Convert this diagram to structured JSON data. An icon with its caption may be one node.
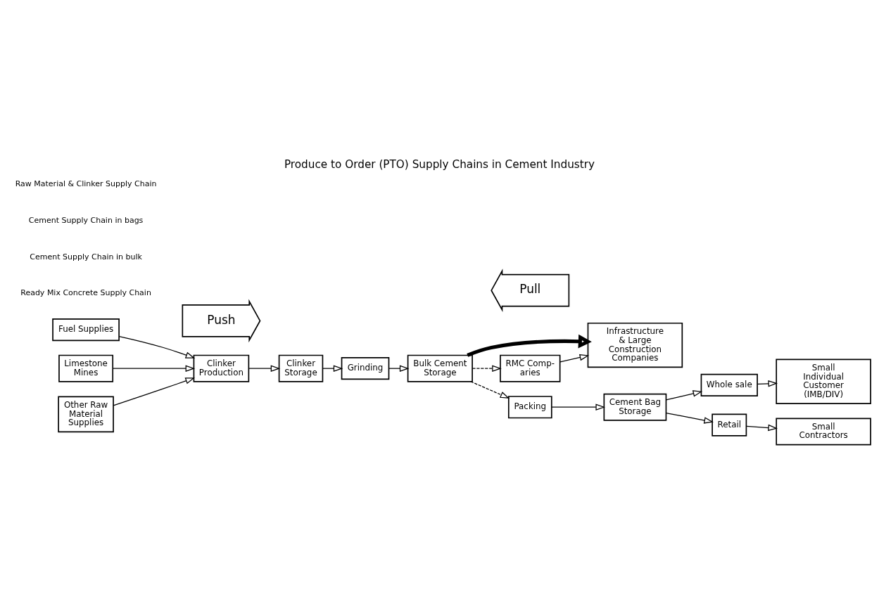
{
  "diagram": {
    "title": "Produce to Order (PTO) Supply Chains in Cement Industry",
    "nodes": [
      {
        "text": [
          "Fuel Supplies"
        ]
      },
      {
        "text": [
          "Limestone Mines"
        ]
      },
      {
        "text": [
          "Other Raw Material Supplies"
        ]
      },
      {
        "text": [
          "Clinker Production"
        ]
      },
      {
        "text": [
          "Clinker Storage"
        ]
      },
      {
        "text": [
          "Grinding"
        ]
      },
      {
        "text": [
          "Bulk Cement Storage"
        ]
      },
      {
        "text": [
          "Infrastructure & Large Construction Companies"
        ]
      },
      {
        "text": [
          "RMC Comp- aries"
        ]
      },
      {
        "text": [
          "Packing"
        ]
      },
      {
        "text": [
          "Cement Bag Storage"
        ]
      },
      {
        "text": [
          "Whole sale"
        ]
      },
      {
        "text": [
          "Small Individual Customer (IMB/DIV)"
        ]
      },
      {
        "text": [
          "Retail"
        ]
      },
      {
        "text": [
          "Small Contractors"
        ]
      },
      {
        "text": [
          "Push"
        ]
      },
      {
        "text": [
          "Pull"
        ]
      }
    ],
    "edges": [
      {
        "from": 0,
        "to": 3,
        "arrow": "to"
      },
      {
        "from": 1,
        "to": 3,
        "arrow": "to"
      },
      {
        "from": 2,
        "to": 3,
        "arrow": "to"
      },
      {
        "from": 3,
        "to": 4,
        "arrow": "to"
      },
      {
        "from": 4,
        "to": 5,
        "arrow": "to"
      },
      {
        "from": 5,
        "to": 6,
        "arrow": "to"
      },
      {
        "from": 6,
        "to": 7,
        "arrow": "to",
        "style": "thick"
      },
      {
        "from": 6,
        "to": 8,
        "arrow": "to",
        "style": "dashed"
      },
      {
        "from": 8,
        "to": 7,
        "arrow": "to"
      },
      {
        "from": 6,
        "to": 9,
        "arrow": "to",
        "style": "dashed"
      },
      {
        "from": 9,
        "to": 10,
        "arrow": "to"
      },
      {
        "from": 10,
        "to": 11,
        "arrow": "to"
      },
      {
        "from": 10,
        "to": 13,
        "arrow": "to"
      },
      {
        "from": 11,
        "to": 12,
        "arrow": "to"
      },
      {
        "from": 13,
        "to": 14,
        "arrow": "to"
      }
    ],
    "legend": [
      {
        "text": "Raw Material & Clinker Supply Chain"
      },
      {
        "text": "Cement Supply Chain in bags"
      },
      {
        "text": "Cement Supply Chain in bulk"
      },
      {
        "text": "Ready Mix Concrete Supply Chain"
      }
    ]
  }
}
